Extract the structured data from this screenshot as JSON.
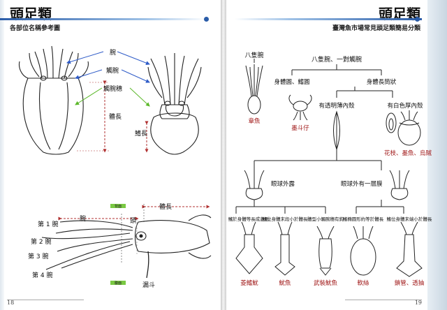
{
  "left_page": {
    "title": "頭足類",
    "subtitle": "各部位名稱參考圖",
    "folio": "18",
    "labels": {
      "arm": "腕",
      "tentacle": "觸腕",
      "club": "觸腕穗",
      "body_length": "體長",
      "fin_length": "鰭長",
      "arm1": "第 1 腕",
      "arm2": "第 2 腕",
      "arm3": "第 3 腕",
      "arm4": "第 4 腕",
      "arm_side": "腕",
      "head": "頭",
      "body_length_side": "體長",
      "dorsal": "背面",
      "ventral": "腹面",
      "funnel": "漏斗"
    }
  },
  "right_page": {
    "title": "頭足類",
    "subtitle": "臺灣魚市場常見頭足類簡易分類",
    "folio": "19",
    "key": {
      "eight_arms": "八隻腕",
      "root": "八隻腕、一對觸腕",
      "round_body": "身體圓、鰭圓",
      "tube_body": "身體長筒狀",
      "thin_shell": "有透明薄內殼",
      "white_shell": "有白色厚內殼",
      "eye_open": "眼球外露",
      "eye_membrane": "眼球外有一層膜",
      "fin_a": "鰭於身體等長成菱形",
      "fin_b": "鰭位身體末段小於體長",
      "fin_c": "體型小觸腕穗有鉤",
      "fin_d": "鰭橢圓形約等於體長",
      "fin_e": "鰭位身體末端小於體長"
    },
    "species": {
      "octopus": "章魚",
      "bobtail": "墨斗仔",
      "cuttlefish": "花枝、墨魚、烏賊",
      "diamond": "菱鰭魷",
      "flying": "魷魚",
      "armed": "武裝魷魚",
      "oval": "軟絲",
      "loligo": "鎖管、透抽"
    }
  },
  "colors": {
    "accent": "#2a5ca8",
    "species_text": "#a01818",
    "arrow_blue": "#2f5cc8",
    "arrow_green": "#5cb82a",
    "dimension_red": "#b03030",
    "tag_green": "#7ac943"
  },
  "icons": [
    "squid-dorsal-illustration",
    "squid-ventral-illustration",
    "squid-side-illustration",
    "octopus-icon",
    "bobtail-icon",
    "cuttlebone-icon",
    "gladius-icon",
    "cuttlefish-icon",
    "squid-icon"
  ]
}
